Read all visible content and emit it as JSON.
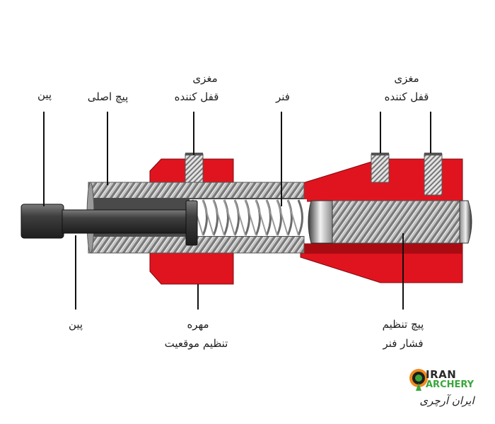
{
  "labels": {
    "pin_top": "پین",
    "main_screw": "پیچ اصلی",
    "lock_nut_left_line1": "مغزی",
    "lock_nut_left_line2": "قفل کننده",
    "spring": "فنر",
    "lock_nut_right_line1": "مغزی",
    "lock_nut_right_line2": "قفل کننده",
    "pin_bottom": "پین",
    "nut_line1": "مهره",
    "nut_line2": "تنظیم موقعیت",
    "adjust_screw_line1": "پیچ تنظیم",
    "adjust_screw_line2": "فشار فنر"
  },
  "logo": {
    "text_top": "IRAN",
    "text_bottom": "ARCHERY",
    "text_fa": "ایران آرچری"
  },
  "colors": {
    "body_red": "#e0141f",
    "dark_red": "#a80c12",
    "pin": "#3a3a3a",
    "thread": "#b5b5b5",
    "logo_green": "#3aa63a",
    "logo_orange": "#f08a1c"
  }
}
